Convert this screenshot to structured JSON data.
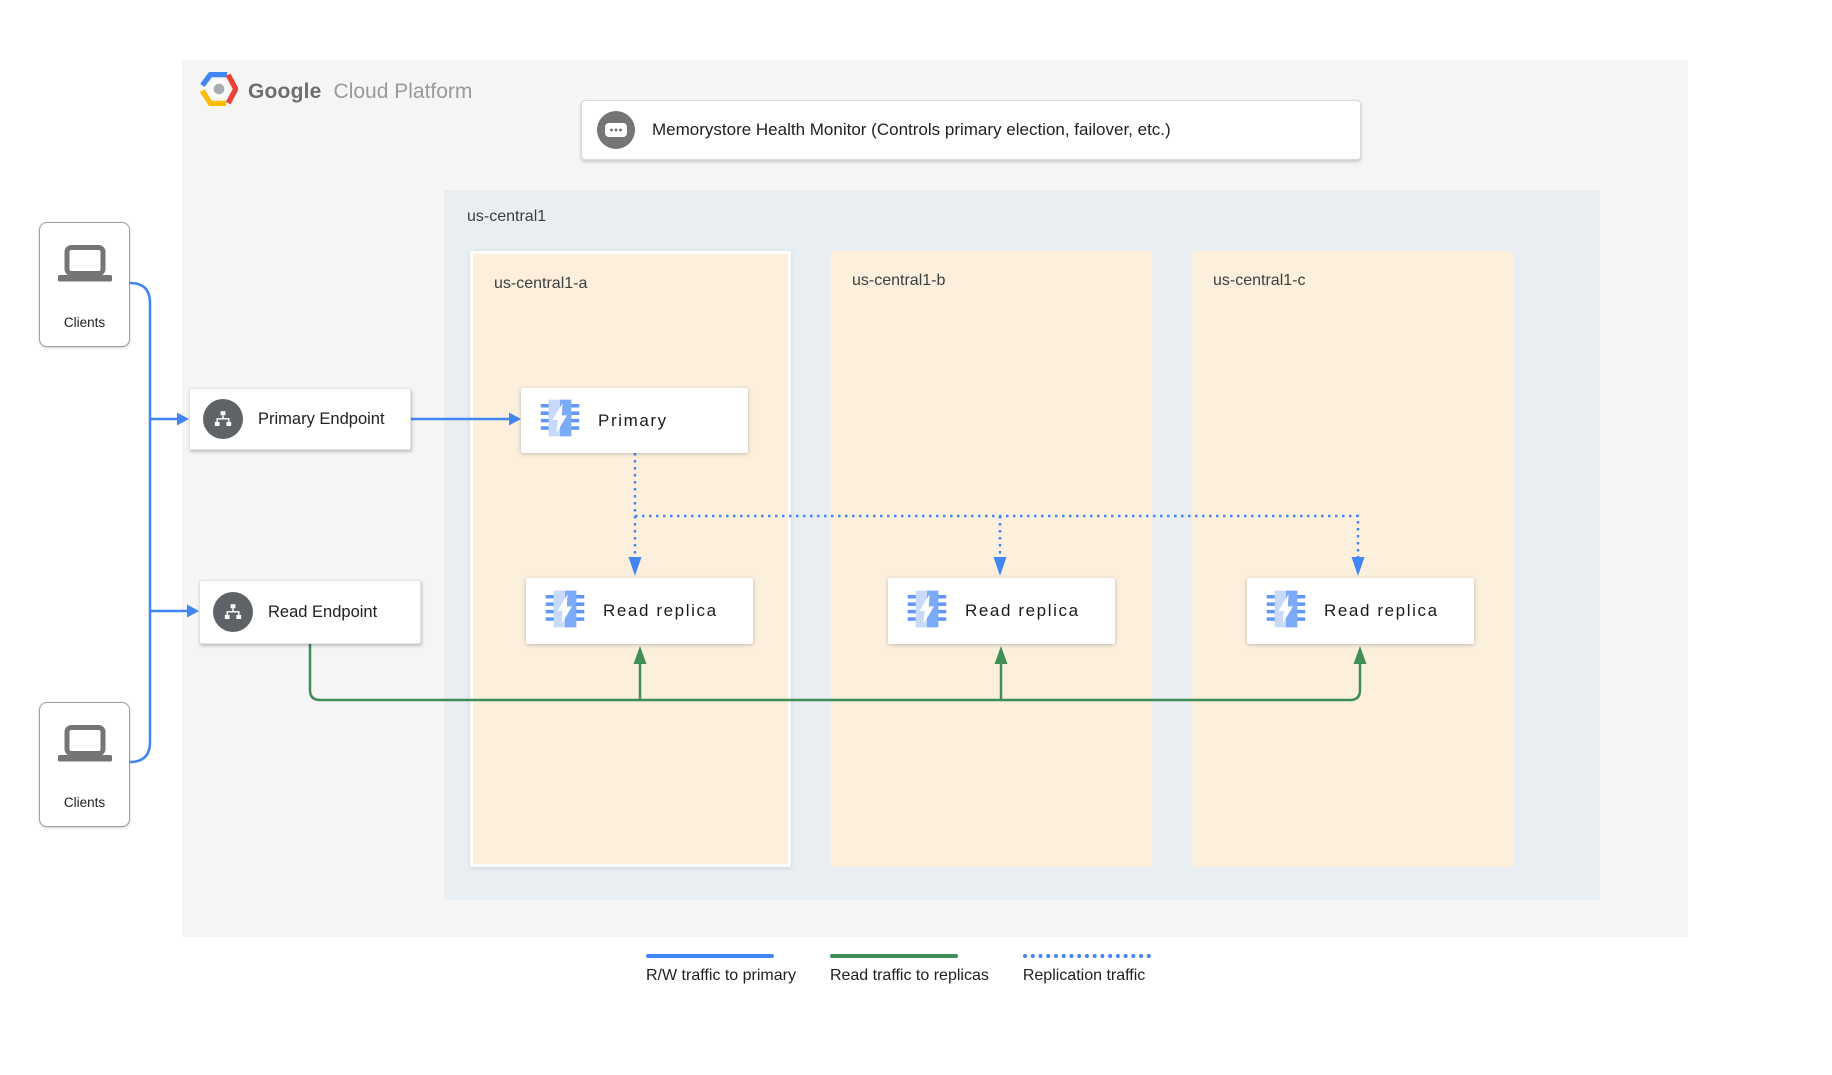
{
  "colors": {
    "blue": "#4285f4",
    "green": "#3e8e55",
    "panel": "#f5f5f6",
    "region": "#e9eef3",
    "zone": "#fcefdc",
    "grayIcon": "#757575",
    "darkIcon": "#5f6368"
  },
  "logo": {
    "part1": "Google",
    "part2": "Cloud Platform"
  },
  "monitor": {
    "label": "Memorystore Health Monitor (Controls primary election, failover, etc.)"
  },
  "region": {
    "label": "us-central1",
    "zones": [
      {
        "label": "us-central1-a"
      },
      {
        "label": "us-central1-b"
      },
      {
        "label": "us-central1-c"
      }
    ]
  },
  "nodes": {
    "primary": "Primary",
    "replica_a": "Read replica",
    "replica_b": "Read replica",
    "replica_c": "Read replica",
    "primary_endpoint": "Primary Endpoint",
    "read_endpoint": "Read Endpoint",
    "clients_top": "Clients",
    "clients_bottom": "Clients"
  },
  "legend": {
    "items": [
      {
        "label": "R/W traffic to primary",
        "style": "solid",
        "color": "#4285f4"
      },
      {
        "label": "Read traffic to replicas",
        "style": "solid",
        "color": "#3e8e55"
      },
      {
        "label": "Replication traffic",
        "style": "dotted",
        "color": "#4285f4"
      }
    ]
  }
}
